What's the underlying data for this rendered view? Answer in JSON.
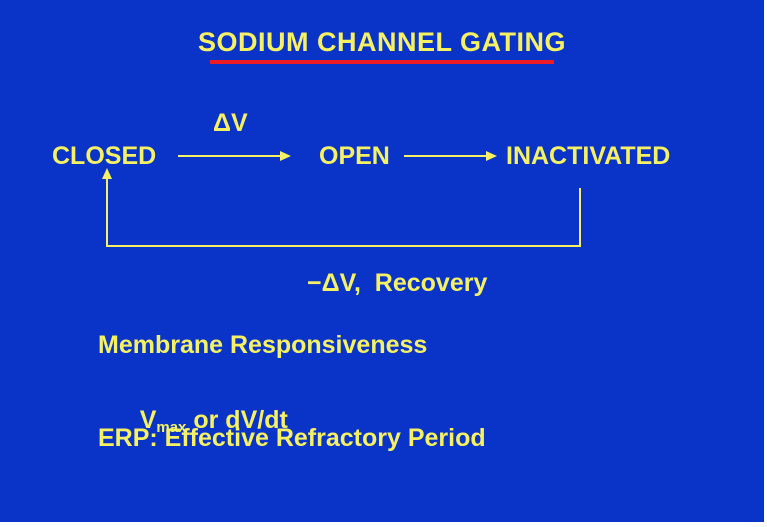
{
  "slide": {
    "title": "SODIUM CHANNEL GATING",
    "diagram": {
      "states": [
        {
          "label": "CLOSED"
        },
        {
          "label": "OPEN"
        },
        {
          "label": "INACTIVATED"
        }
      ],
      "activation_label": "ΔV",
      "recovery_label": "−ΔV,  Recovery"
    },
    "notes": [
      {
        "text": "Membrane Responsiveness"
      },
      {
        "prefix": "V",
        "subscript": "max",
        "suffix": " or dV/dt"
      },
      {
        "text": "ERP: Effective Refractory Period"
      }
    ],
    "colors": {
      "background": "#0A34C8",
      "text": "#F5F163",
      "underline": "#ED1B24",
      "page": "#FFFFFF"
    }
  }
}
